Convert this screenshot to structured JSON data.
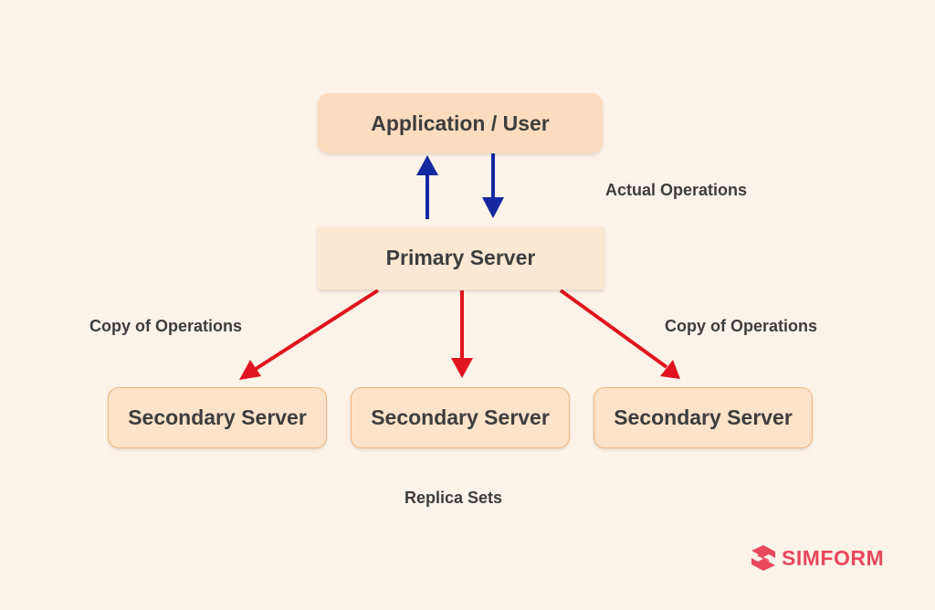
{
  "nodes": {
    "application": "Application / User",
    "primary": "Primary Server",
    "secondaries": [
      "Secondary Server",
      "Secondary Server",
      "Secondary Server"
    ]
  },
  "labels": {
    "actual_operations": "Actual Operations",
    "copy_left": "Copy of Operations",
    "copy_right": "Copy of Operations",
    "replica_sets": "Replica Sets"
  },
  "logo": {
    "text": "SIMFORM",
    "icon": "simform-logo-icon"
  },
  "colors": {
    "background": "#fdf3e9",
    "app_to_primary_arrows": "#1428a0",
    "replication_arrows": "#e0141e",
    "brand": "#e8475c",
    "text": "#3d3d3d"
  }
}
